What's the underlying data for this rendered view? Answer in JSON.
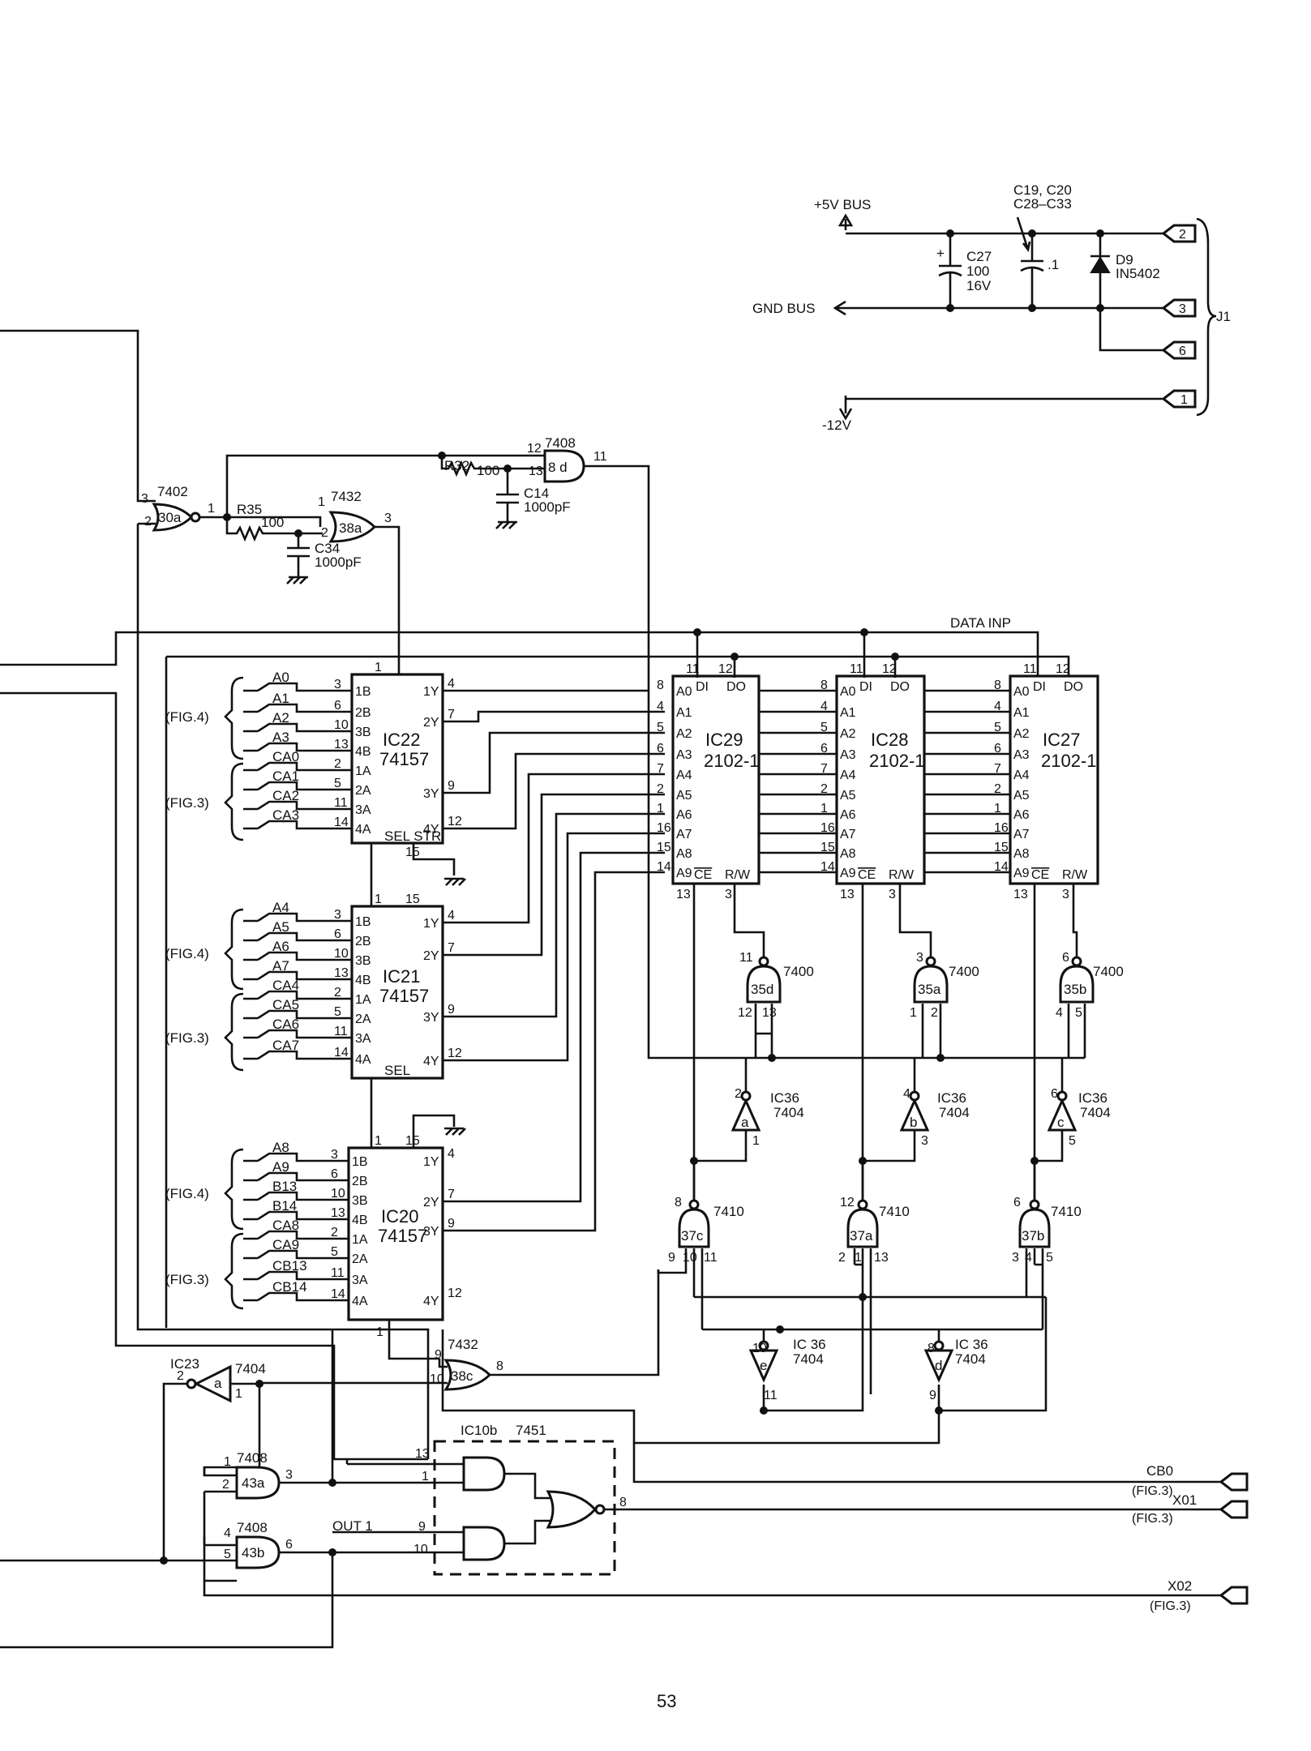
{
  "page": {
    "number": "53"
  },
  "power": {
    "plus5": "+5V BUS",
    "gnd": "GND BUS",
    "minus12": "-12V",
    "cap_group": "C19, C20",
    "cap_group2": "C28–C33",
    "cap_group_val": ".1",
    "c27": "C27",
    "c27_val": "100",
    "c27_volt": "16V",
    "c27_pol": "+",
    "d9": "D9",
    "d9_part": "IN5402",
    "connector": "J1",
    "pins": [
      "2",
      "3",
      "6",
      "1"
    ]
  },
  "passives": {
    "r35": "R35",
    "r35_val": "100",
    "c34": "C34",
    "c34_val": "1000pF",
    "r32": "R32",
    "r32_val": "100",
    "c14": "C14",
    "c14_val": "1000pF"
  },
  "gates": {
    "g30a": {
      "id": "30a",
      "type": "7402",
      "pins": [
        "3",
        "2",
        "1"
      ]
    },
    "g38a": {
      "id": "38a",
      "type": "7432",
      "pins": [
        "1",
        "2",
        "3"
      ]
    },
    "g8d": {
      "id": "8 d",
      "type": "7408",
      "pins": [
        "12",
        "13",
        "11"
      ]
    },
    "g35d": {
      "id": "35d",
      "type": "7400",
      "pins": [
        "11",
        "12",
        "13"
      ]
    },
    "g35a": {
      "id": "35a",
      "type": "7400",
      "pins": [
        "3",
        "1",
        "2"
      ]
    },
    "g35b": {
      "id": "35b",
      "type": "7400",
      "pins": [
        "6",
        "4",
        "5"
      ]
    },
    "inv36a": {
      "id": "a",
      "ic": "IC36",
      "type": "7404",
      "pins": [
        "2",
        "1"
      ]
    },
    "inv36b": {
      "id": "b",
      "ic": "IC36",
      "type": "7404",
      "pins": [
        "4",
        "3"
      ]
    },
    "inv36c": {
      "id": "c",
      "ic": "IC36",
      "type": "7404",
      "pins": [
        "6",
        "5"
      ]
    },
    "g37c": {
      "id": "37c",
      "type": "7410",
      "pins": [
        "8",
        "9",
        "10",
        "11"
      ]
    },
    "g37a": {
      "id": "37a",
      "type": "7410",
      "pins": [
        "12",
        "2",
        "1",
        "13"
      ]
    },
    "g37b": {
      "id": "37b",
      "type": "7410",
      "pins": [
        "6",
        "3",
        "4",
        "5"
      ]
    },
    "inv36e": {
      "id": "e",
      "ic": "IC 36",
      "type": "7404",
      "pins": [
        "10",
        "11"
      ]
    },
    "inv36d": {
      "id": "d",
      "ic": "IC 36",
      "type": "7404",
      "pins": [
        "8",
        "9"
      ]
    },
    "g38c": {
      "id": "38c",
      "type": "7432",
      "pins": [
        "9",
        "10",
        "8"
      ]
    },
    "inv23a": {
      "id": "a",
      "ic": "IC23",
      "type": "7404",
      "pins": [
        "2",
        "1"
      ]
    },
    "g43a": {
      "id": "43a",
      "type": "7408",
      "pins": [
        "1",
        "2",
        "3"
      ]
    },
    "g43b": {
      "id": "43b",
      "type": "7408",
      "pins": [
        "4",
        "5",
        "6"
      ]
    },
    "ic10b": {
      "title": "IC10b",
      "type": "7451",
      "pins": [
        "13",
        "1",
        "9",
        "10",
        "8"
      ]
    }
  },
  "muxes": [
    {
      "name": "IC22",
      "part": "74157",
      "sel": "SEL STR",
      "inputs": [
        "A0",
        "A1",
        "A2",
        "A3",
        "CA0",
        "CA1",
        "CA2",
        "CA3"
      ],
      "in_pins": [
        "3",
        "6",
        "10",
        "13",
        "2",
        "5",
        "11",
        "14"
      ],
      "refs": [
        "(FIG.4)",
        "(FIG.3)"
      ]
    },
    {
      "name": "IC21",
      "part": "74157",
      "sel": "SEL",
      "inputs": [
        "A4",
        "A5",
        "A6",
        "A7",
        "CA4",
        "CA5",
        "CA6",
        "CA7"
      ],
      "in_pins": [
        "3",
        "6",
        "10",
        "13",
        "2",
        "5",
        "11",
        "14"
      ],
      "refs": [
        "(FIG.4)",
        "(FIG.3)"
      ]
    },
    {
      "name": "IC20",
      "part": "74157",
      "sel": "",
      "inputs": [
        "A8",
        "A9",
        "B13",
        "B14",
        "CA8",
        "CA9",
        "CB13",
        "CB14"
      ],
      "in_pins": [
        "3",
        "6",
        "10",
        "13",
        "2",
        "5",
        "11",
        "14"
      ],
      "refs": [
        "(FIG.4)",
        "(FIG.3)"
      ]
    }
  ],
  "mux_pin_labels": [
    "1B",
    "2B",
    "3B",
    "4B",
    "1A",
    "2A",
    "3A",
    "4A"
  ],
  "mux_out_labels": [
    "1Y",
    "2Y",
    "3Y",
    "4Y"
  ],
  "mux_out_pins": [
    "4",
    "7",
    "9",
    "12"
  ],
  "mux_ctrl_pins": [
    "1",
    "15"
  ],
  "rams": [
    {
      "name": "IC29",
      "part": "2102-1"
    },
    {
      "name": "IC28",
      "part": "2102-1"
    },
    {
      "name": "IC27",
      "part": "2102-1"
    }
  ],
  "ram_addr_labels": [
    "A0",
    "A1",
    "A2",
    "A3",
    "A4",
    "A5",
    "A6",
    "A7",
    "A8",
    "A9"
  ],
  "ram_addr_pins": [
    "8",
    "4",
    "5",
    "6",
    "7",
    "2",
    "1",
    "16",
    "15",
    "14"
  ],
  "ram_top": {
    "di": "DI",
    "do": "DO",
    "di_pin": "11",
    "do_pin": "12"
  },
  "ram_bottom": {
    "ce": "CE",
    "rw": "R/W",
    "ce_pin": "13",
    "rw_pin": "3"
  },
  "signals": {
    "data_inp": "DATA INP",
    "out1": "OUT 1",
    "cb0": "CB0",
    "x01": "X01",
    "x02": "X02",
    "fig3": "(FIG.3)"
  }
}
